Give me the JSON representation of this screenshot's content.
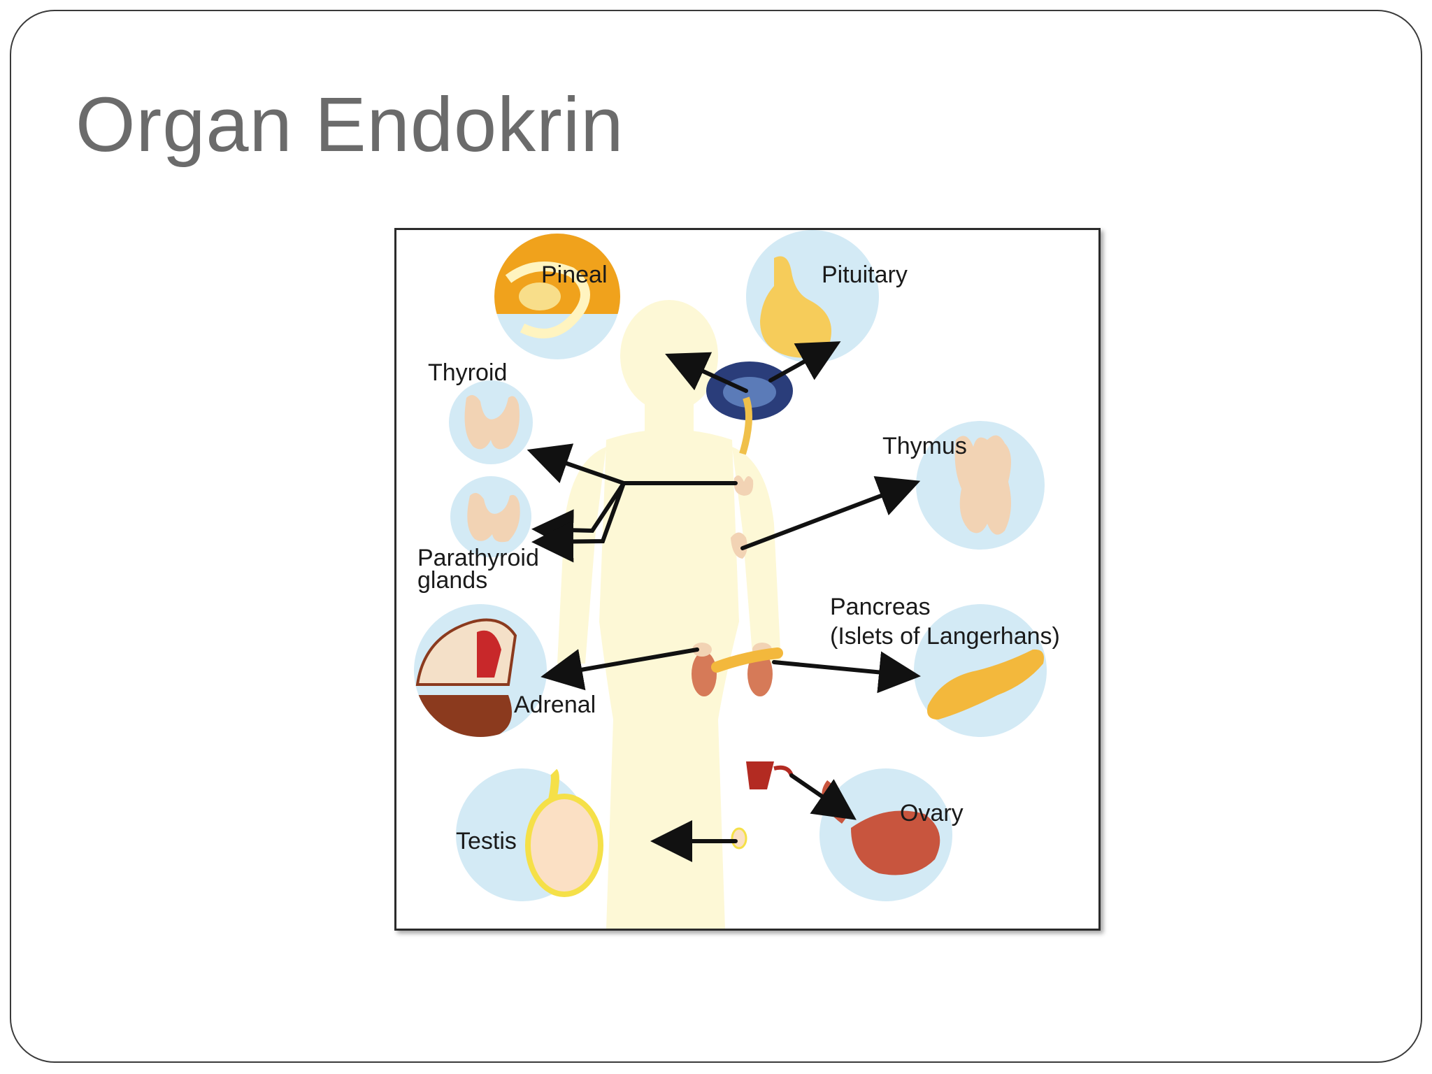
{
  "slide": {
    "title": "Organ Endokrin"
  },
  "diagram": {
    "labels": {
      "pineal": "Pineal",
      "pituitary": "Pituitary",
      "thyroid": "Thyroid",
      "thymus": "Thymus",
      "parathyroid_line1": "Parathyroid",
      "parathyroid_line2": "glands",
      "pancreas_line1": "Pancreas",
      "pancreas_line2": "(Islets of Langerhans)",
      "adrenal": "Adrenal",
      "ovary": "Ovary",
      "testis": "Testis"
    },
    "colors": {
      "circle_bg": "#d3eaf5",
      "body_silhouette": "#fdf8d6",
      "gland_tan": "#f2d3b4",
      "pineal_orange": "#f0a21c",
      "pituitary_yellow": "#f6cc5a",
      "pancreas_yellow": "#f3b83c",
      "ovary_red": "#c8553e",
      "adrenal_brown": "#8b3a1e",
      "arrow": "#111111"
    }
  }
}
